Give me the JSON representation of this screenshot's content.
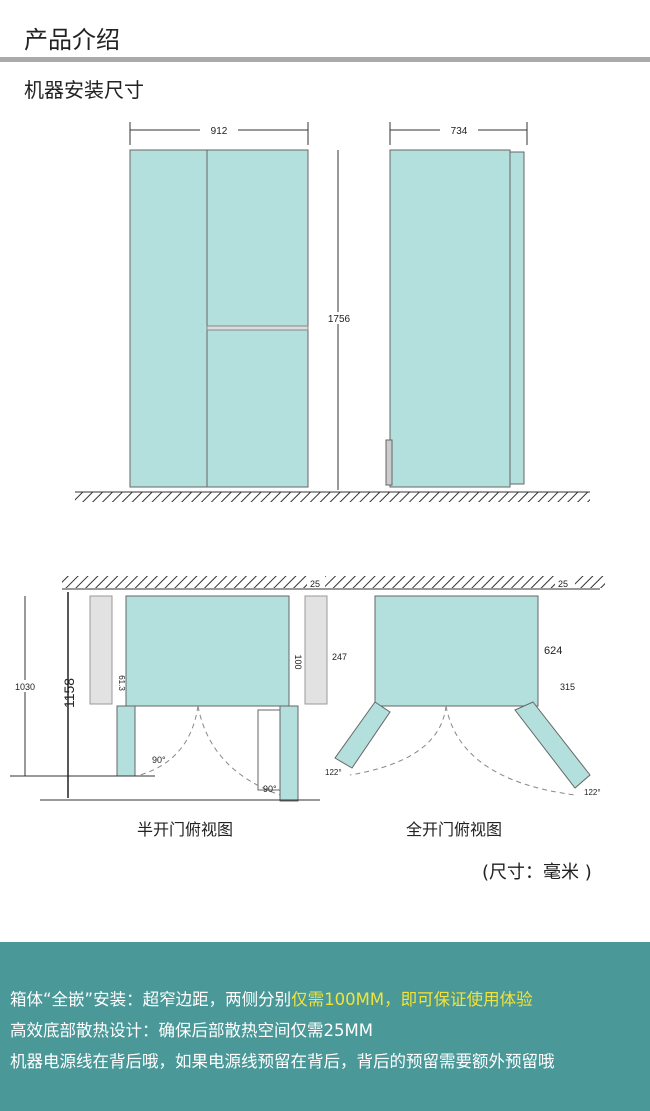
{
  "header": {
    "title": "产品介绍",
    "subtitle": "机器安装尺寸"
  },
  "front_view": {
    "width": "912",
    "height": "1756"
  },
  "side_view": {
    "depth": "734"
  },
  "half_open": {
    "caption": "半开门俯视图",
    "wall_gap": "25",
    "side_gap_left": "61.3",
    "side_gap_right": "100",
    "depth_closed": "1030",
    "depth_open": "1158",
    "angle_left": "90°",
    "angle_right": "90°"
  },
  "full_open": {
    "caption": "全开门俯视图",
    "wall_gap": "25",
    "left_clearance": "247",
    "right_clearance": "315",
    "cabinet_depth": "624",
    "angle_left": "122°",
    "angle_right": "122°"
  },
  "unit_note": "(尺寸：毫米 )",
  "features": {
    "line1_a": "箱体“全嵌”安装：超窄边距，两侧分别",
    "line1_b": "仅需100MM，即可保证使用体验",
    "line2": "高效底部散热设计：确保后部散热空间仅需25MM",
    "line3": "机器电源线在背后哦，如果电源线预留在背后，背后的预留需要额外预留哦"
  },
  "colors": {
    "fridge": "#b3e0dc",
    "band": "#4a9898",
    "highlight": "#f3e23a"
  }
}
